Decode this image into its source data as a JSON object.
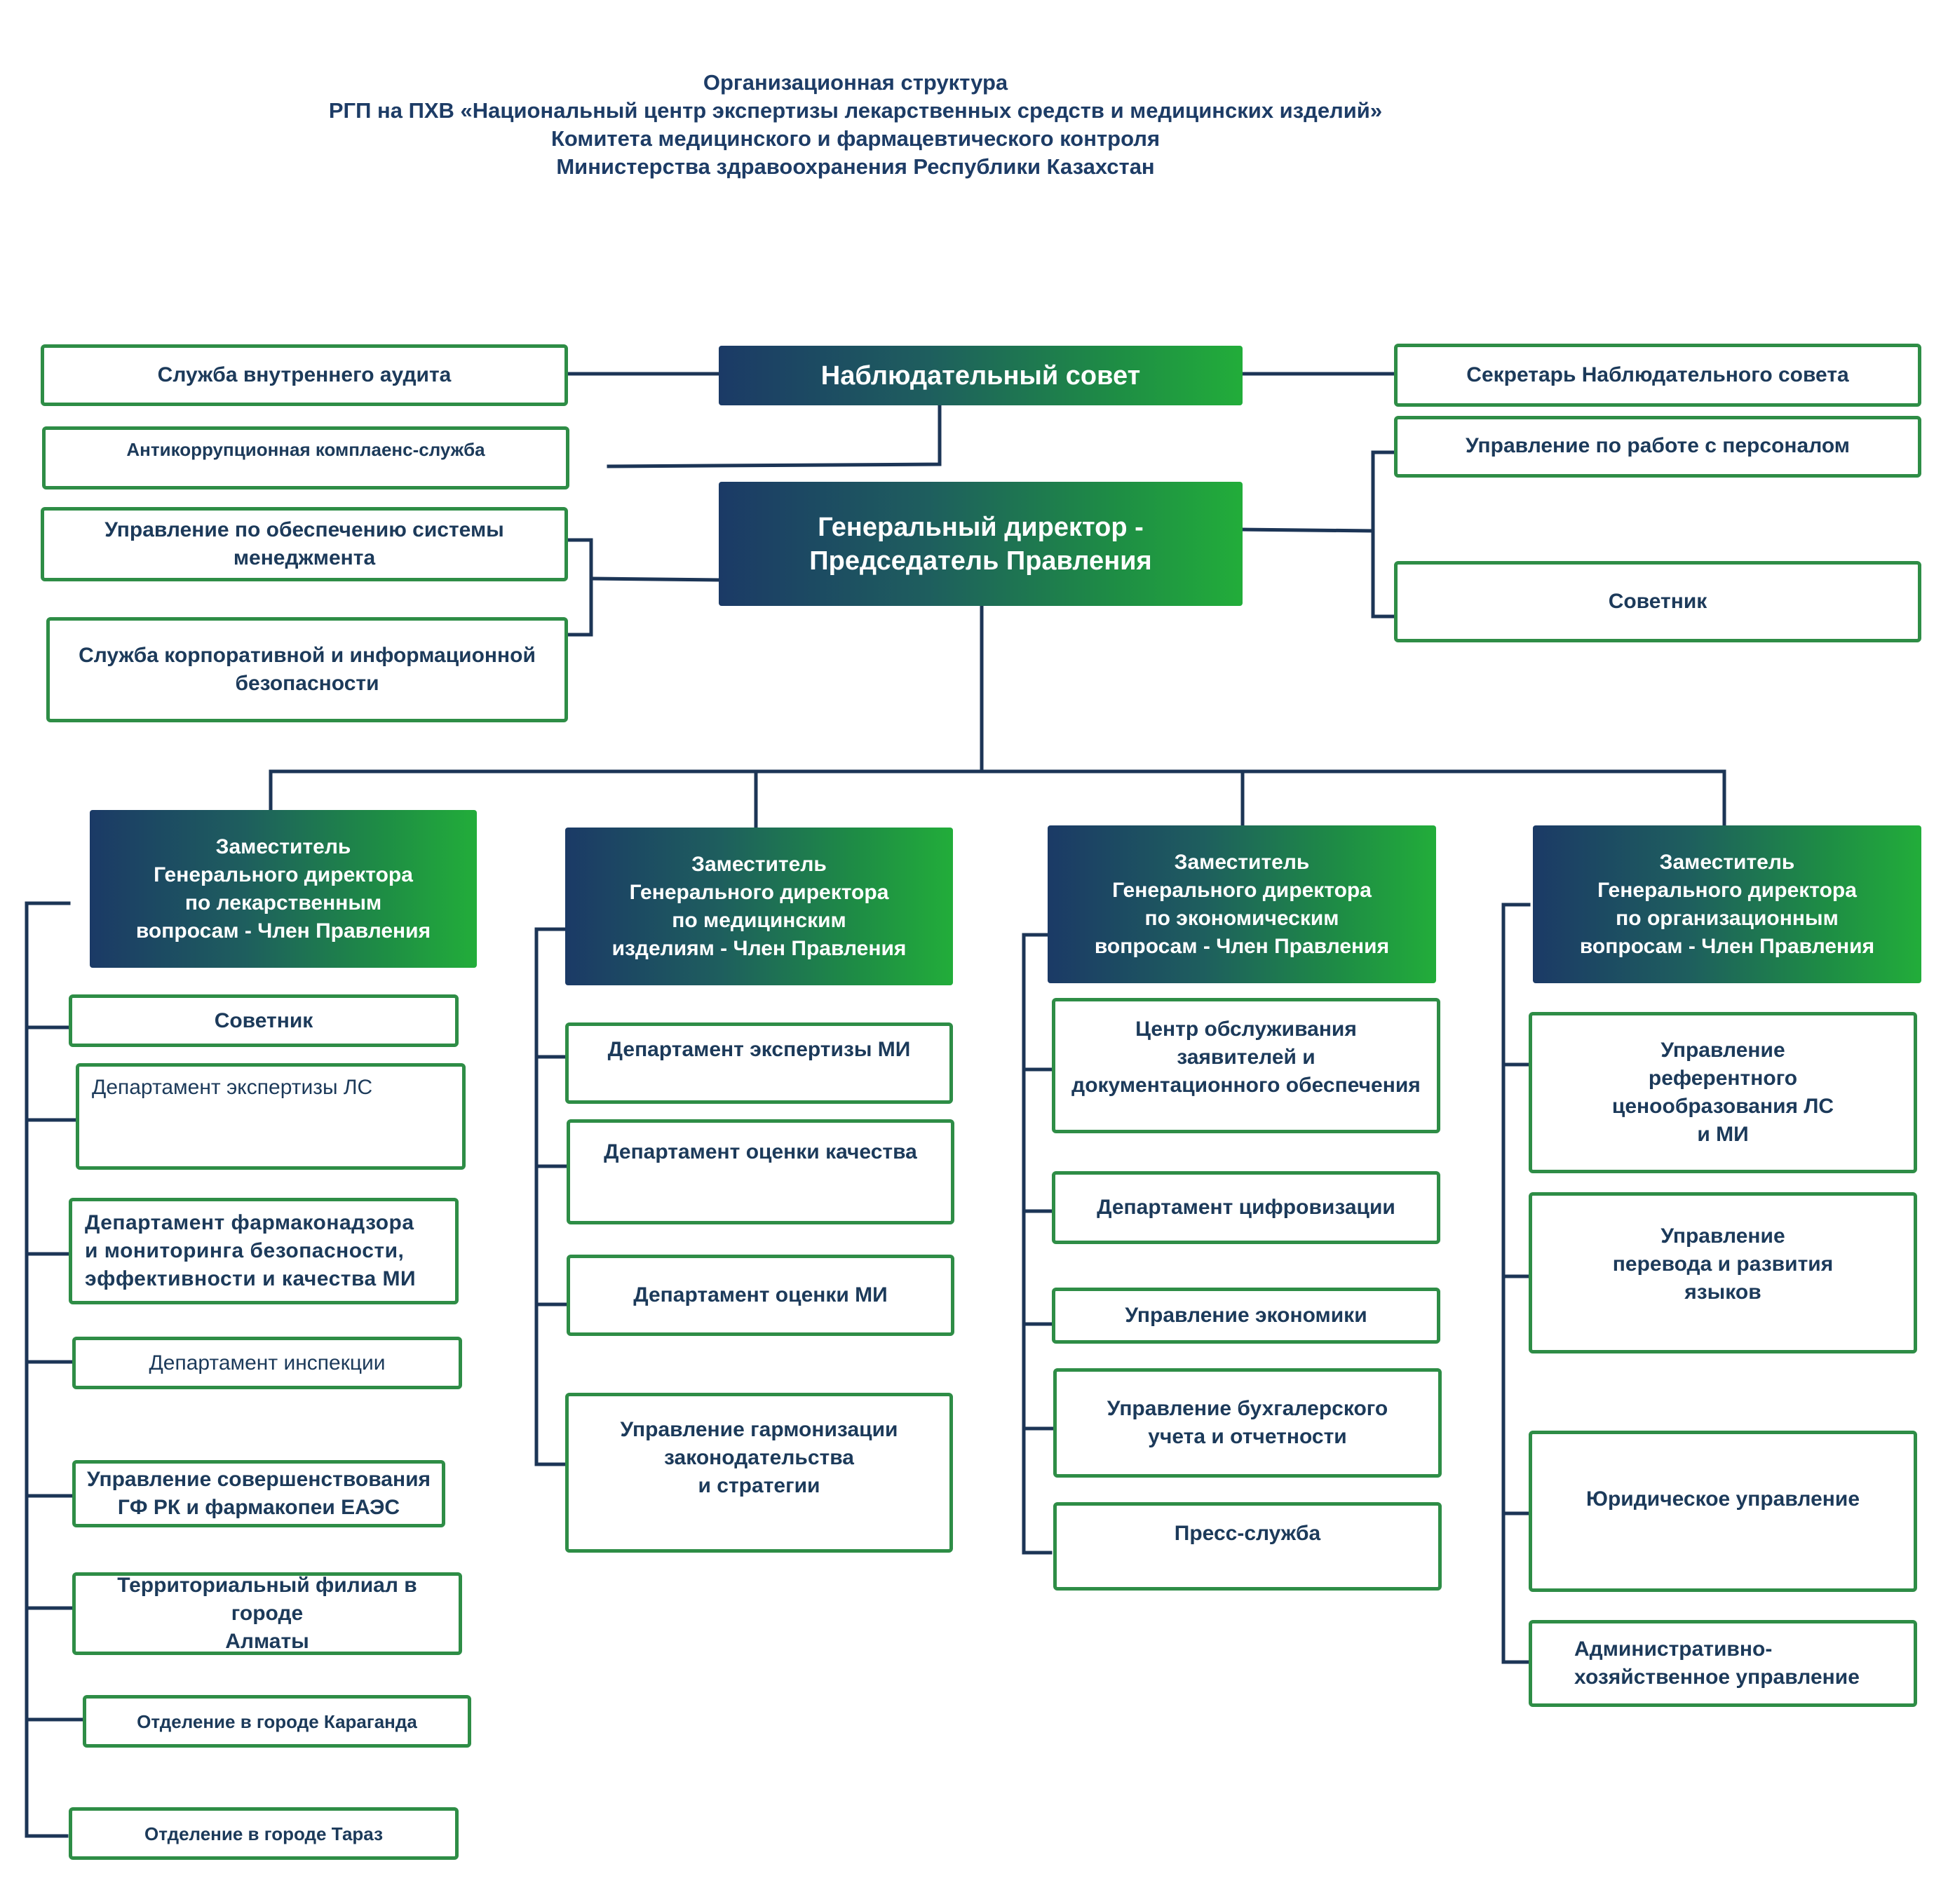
{
  "title": {
    "line1": "Организационная структура",
    "line2": "РГП на ПХВ «Национальный центр экспертизы лекарственных средств и медицинских изделий»",
    "line3": "Комитета медицинского и фармацевтического контроля",
    "line4": "Министерства здравоохранения Республики  Казахстан"
  },
  "top": {
    "board": "Наблюдательный совет",
    "ceo": "Генеральный директор -\nПредседатель Правления",
    "audit": "Служба внутреннего аудита",
    "anticorruption": "Антикоррупционная комплаенс-служба",
    "management_system": "Управление по обеспечению  системы\nменеджмента",
    "security": "Служба корпоративной и информационной\nбезопасности",
    "board_secretary": "Секретарь Наблюдательного совета",
    "hr": "Управление по работе с персоналом",
    "advisor": "Советник"
  },
  "deputies": {
    "drugs": {
      "title": "Заместитель\nГенерального директора\nпо лекарственным\nвопросам - Член Правления",
      "units": [
        "Советник",
        "Департамент экспертизы ЛС",
        "Департамент фармаконадзора\nи мониторинга безопасности,\nэффективности и качества МИ",
        "Департамент инспекции",
        "Управление совершенствования\nГФ РК и фармакопеи ЕАЭС",
        "Территориальный филиал в городе\nАлматы",
        "Отделение в городе Караганда",
        "Отделение в городе Тараз"
      ]
    },
    "devices": {
      "title": "Заместитель\nГенерального директора\nпо медицинским\nизделиям - Член Правления",
      "units": [
        "Департамент экспертизы МИ",
        "Департамент оценки качества",
        "Департамент оценки МИ",
        "Управление гармонизации\nзаконодательства\nи стратегии"
      ]
    },
    "economic": {
      "title": "Заместитель\nГенерального директора\nпо экономическим\nвопросам - Член Правления",
      "units": [
        "Центр обслуживания\nзаявителей и\nдокументационного обеспечения",
        "Департамент цифровизации",
        "Управление экономики",
        "Управление бухгалерского\nучета и отчетности",
        "Пресс-служба"
      ]
    },
    "organizational": {
      "title": "Заместитель\nГенерального директора\nпо организационным\nвопросам - Член Правления",
      "units": [
        "Управление\nреферентного\nценообразования ЛС\nи МИ",
        "Управление\nперевода и развития\nязыков",
        "Юридическое  управление",
        "Административно-\nхозяйственное управление"
      ]
    }
  },
  "colors": {
    "line": "#1c3556",
    "box_border": "#2e8d46",
    "gradient_start": "#1b3a66",
    "gradient_end": "#22ad3a"
  }
}
